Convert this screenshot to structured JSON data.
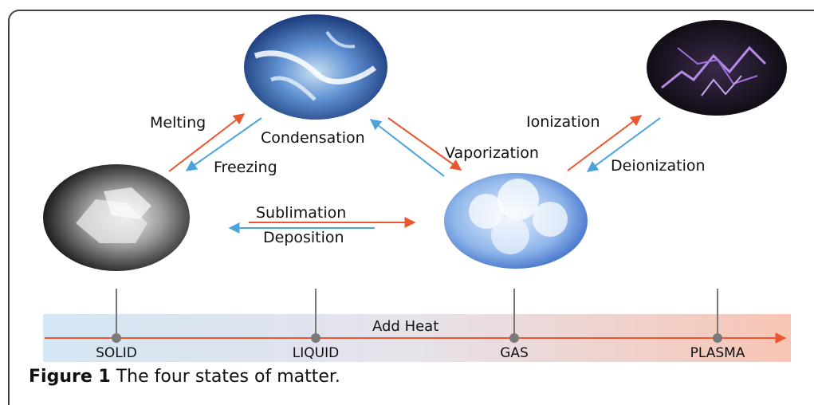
{
  "states": {
    "solid": "SOLID",
    "liquid": "LIQUID",
    "gas": "GAS",
    "plasma": "PLASMA"
  },
  "transitions": {
    "melting": "Melting",
    "freezing": "Freezing",
    "condensation": "Condensation",
    "vaporization": "Vaporization",
    "ionization": "Ionization",
    "deionization": "Deionization",
    "sublimation": "Sublimation",
    "deposition": "Deposition"
  },
  "heat_bar": {
    "label": "Add Heat"
  },
  "caption": {
    "label": "Figure 1",
    "text": "The four states of matter."
  },
  "colors": {
    "heat_arrow": "#e8572f",
    "cool_arrow": "#4aa3d9",
    "bar_start": "#d3e6f4",
    "bar_end": "#f7c5b4"
  },
  "icons": {
    "solid": "ice-cubes-image",
    "liquid": "water-image",
    "gas": "clouds-image",
    "plasma": "lightning-image"
  }
}
